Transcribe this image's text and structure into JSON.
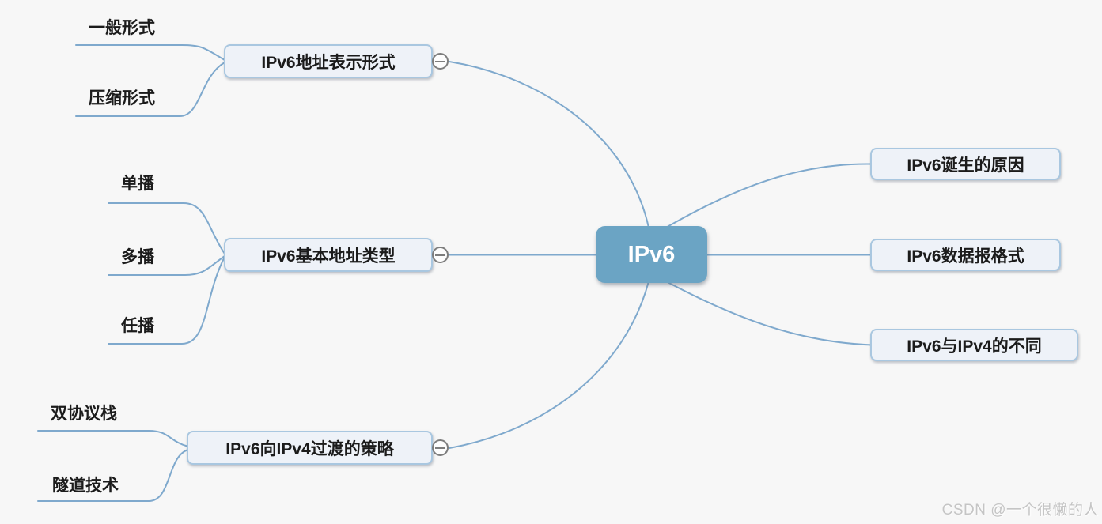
{
  "map": {
    "root": {
      "label": "IPv6"
    },
    "right_topics": [
      {
        "label": "IPv6诞生的原因"
      },
      {
        "label": "IPv6数据报格式"
      },
      {
        "label": "IPv6与IPv4的不同"
      }
    ],
    "left_topics": [
      {
        "label": "IPv6地址表示形式",
        "children": [
          {
            "label": "一般形式"
          },
          {
            "label": "压缩形式"
          }
        ]
      },
      {
        "label": "IPv6基本地址类型",
        "children": [
          {
            "label": "单播"
          },
          {
            "label": "多播"
          },
          {
            "label": "任播"
          }
        ]
      },
      {
        "label": "IPv6向IPv4过渡的策略",
        "children": [
          {
            "label": "双协议栈"
          },
          {
            "label": "隧道技术"
          }
        ]
      }
    ],
    "icons": {
      "collapse": "minus-circle-icon"
    }
  },
  "watermark": {
    "text": "CSDN @一个很懒的人"
  },
  "colors": {
    "background": "#f7f7f7",
    "branch_line": "#7fa9cd",
    "topic_fill": "#eef2f8",
    "topic_border": "#a9c7e0",
    "topic_text": "#1b1b1b",
    "central_fill": "#6ba4c4",
    "central_text": "#ffffff",
    "collapse_button": "#7d7d7d",
    "watermark_text": "#c5c5c5"
  }
}
